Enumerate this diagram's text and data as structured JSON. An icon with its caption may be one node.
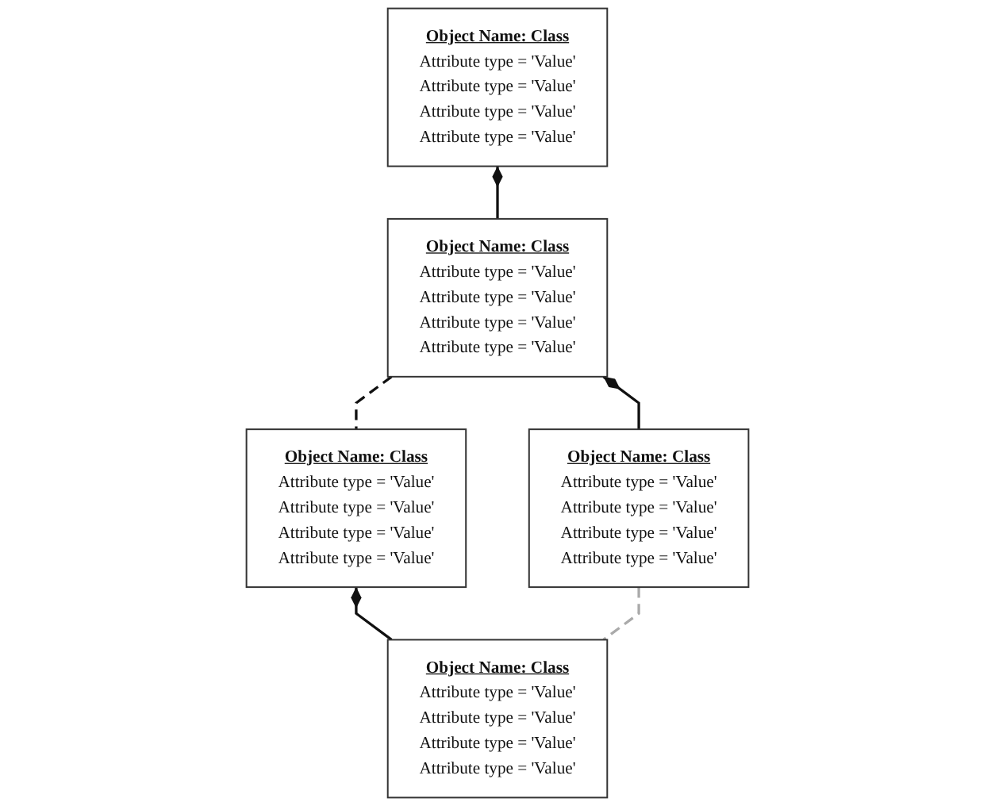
{
  "diagram": {
    "nodes": [
      {
        "text": [
          "Object Name: Class",
          "Attribute type = 'Value'",
          "Attribute type = 'Value'",
          "Attribute type = 'Value'",
          "Attribute type = 'Value'"
        ]
      },
      {
        "text": [
          "Object Name: Class",
          "Attribute type = 'Value'",
          "Attribute type = 'Value'",
          "Attribute type = 'Value'",
          "Attribute type = 'Value'"
        ]
      },
      {
        "text": [
          "Object Name: Class",
          "Attribute type = 'Value'",
          "Attribute type = 'Value'",
          "Attribute type = 'Value'",
          "Attribute type = 'Value'"
        ]
      },
      {
        "text": [
          "Object Name: Class",
          "Attribute type = 'Value'",
          "Attribute type = 'Value'",
          "Attribute type = 'Value'",
          "Attribute type = 'Value'"
        ]
      },
      {
        "text": [
          "Object Name: Class",
          "Attribute type = 'Value'",
          "Attribute type = 'Value'",
          "Attribute type = 'Value'",
          "Attribute type = 'Value'"
        ]
      }
    ],
    "edges": [
      {
        "from": 0,
        "to": 1,
        "arrow": "other"
      },
      {
        "from": 1,
        "to": 2,
        "arrow": "none",
        "style": "dashed"
      },
      {
        "from": 1,
        "to": 3,
        "arrow": "other"
      },
      {
        "from": 2,
        "to": 4,
        "arrow": "other"
      },
      {
        "from": 3,
        "to": 4,
        "arrow": "none",
        "style": "dashed",
        "color": "#aaaaaa"
      }
    ]
  }
}
